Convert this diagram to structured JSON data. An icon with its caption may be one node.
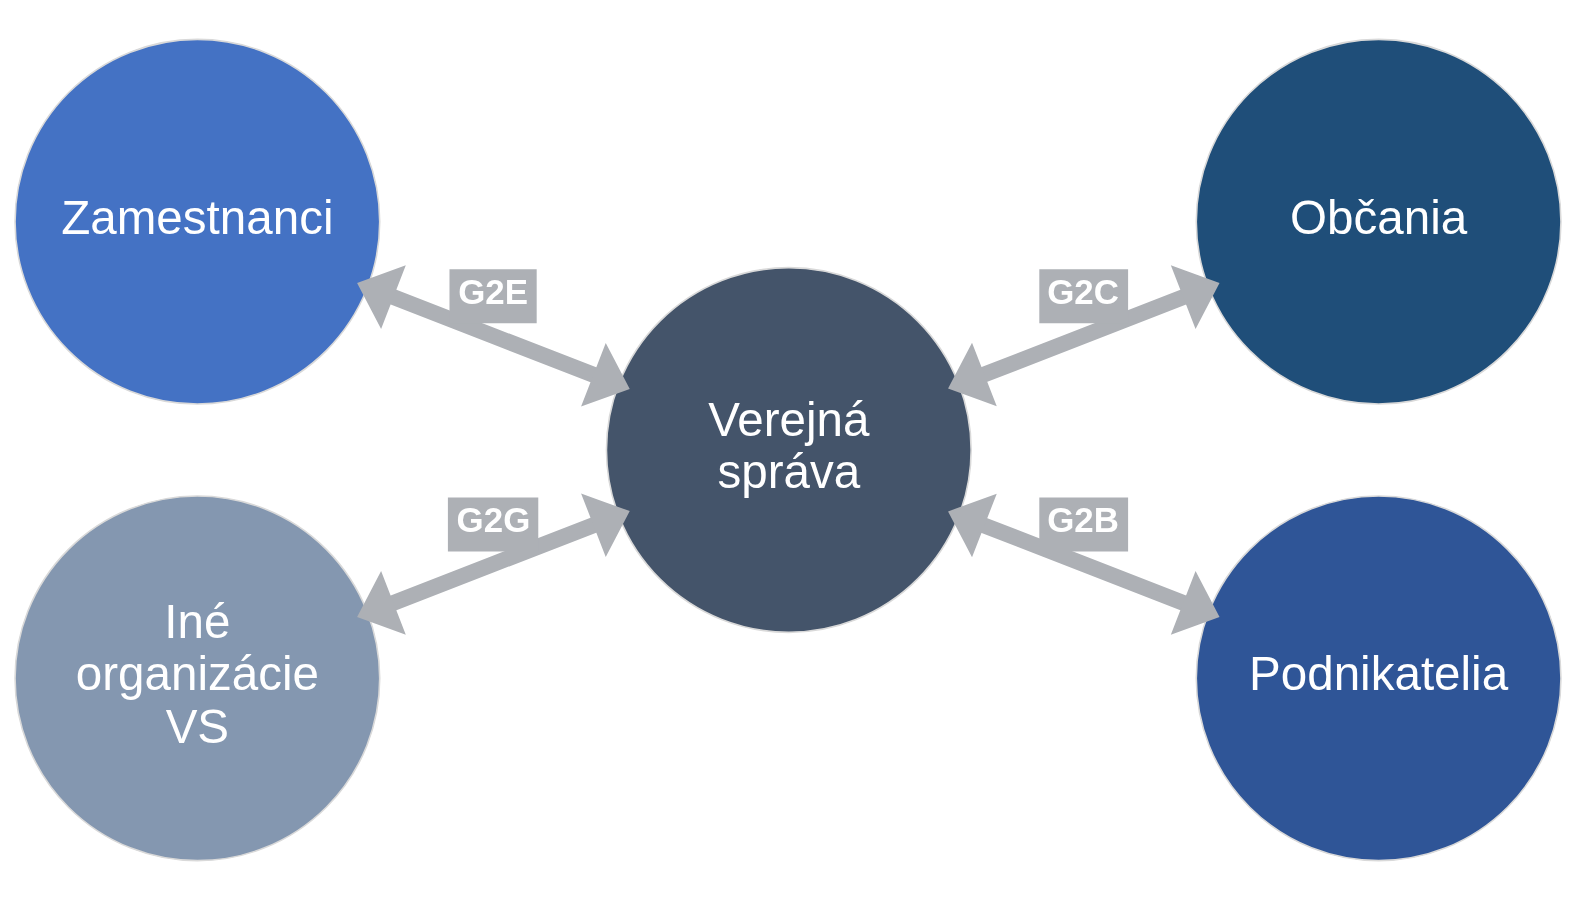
{
  "diagram": {
    "nodes": [
      {
        "text": [
          "Zamestnanci"
        ]
      },
      {
        "text": [
          "Občania"
        ]
      },
      {
        "text": [
          "Verejná správa"
        ]
      },
      {
        "text": [
          "Iné organizácie VS"
        ]
      },
      {
        "text": [
          "Podnikatelia"
        ]
      }
    ],
    "edges": [
      {
        "from": 0,
        "to": 2,
        "arrow": "both",
        "label": "G2E"
      },
      {
        "from": 2,
        "to": 1,
        "arrow": "both",
        "label": "G2C"
      },
      {
        "from": 3,
        "to": 2,
        "arrow": "both",
        "label": "G2G"
      },
      {
        "from": 2,
        "to": 4,
        "arrow": "both",
        "label": "G2B"
      }
    ]
  }
}
